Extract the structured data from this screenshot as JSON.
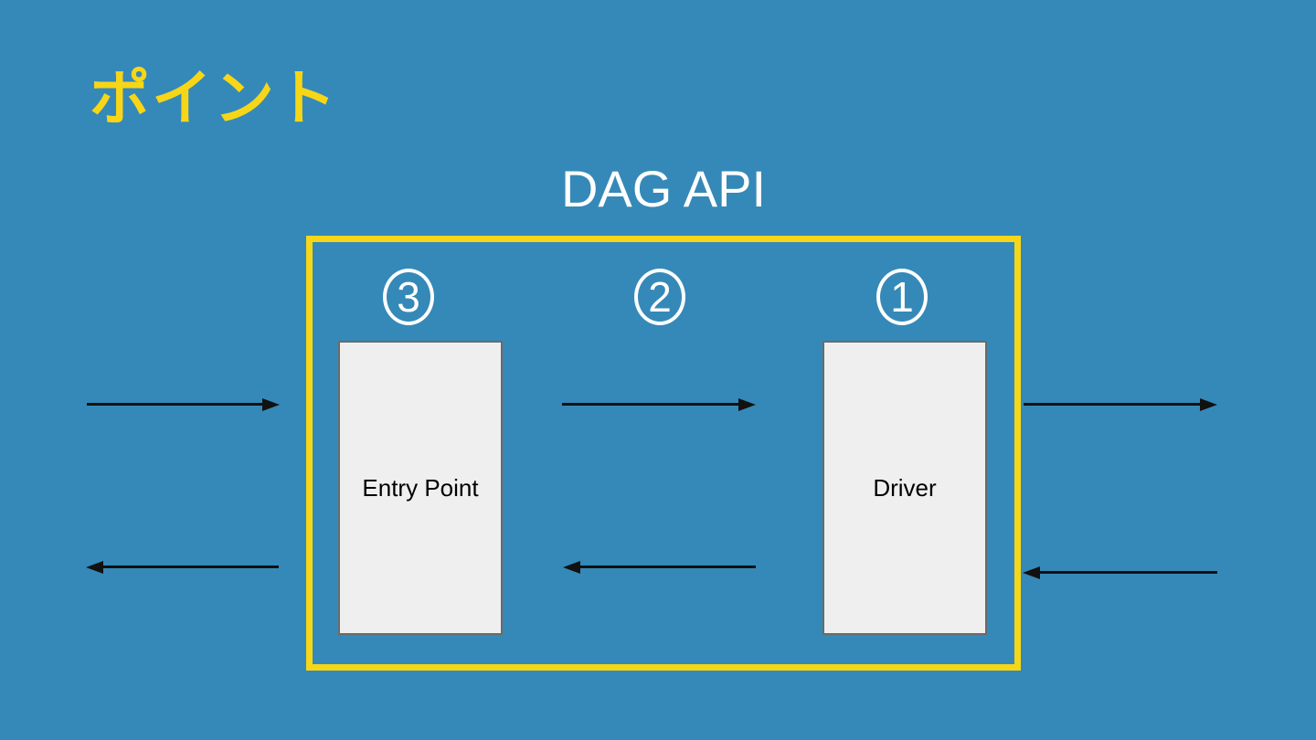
{
  "slide": {
    "title": "ポイント"
  },
  "diagram": {
    "label": "DAG API",
    "steps": [
      {
        "number": "3"
      },
      {
        "number": "2"
      },
      {
        "number": "1"
      }
    ],
    "nodes": [
      {
        "label": "Entry Point"
      },
      {
        "label": "Driver"
      }
    ],
    "arrows": [
      {
        "position": "outside-left-top",
        "direction": "right"
      },
      {
        "position": "outside-left-bottom",
        "direction": "left"
      },
      {
        "position": "inside-middle-top",
        "direction": "right"
      },
      {
        "position": "inside-middle-bottom",
        "direction": "left"
      },
      {
        "position": "outside-right-top",
        "direction": "right"
      },
      {
        "position": "outside-right-bottom",
        "direction": "left"
      }
    ]
  },
  "colors": {
    "background": "#3589B8",
    "accent_yellow": "#F7D617",
    "node_fill": "#F0EFEF",
    "node_border": "#6B6B6B",
    "arrow_black": "#111111",
    "text_white": "#FFFFFF"
  }
}
